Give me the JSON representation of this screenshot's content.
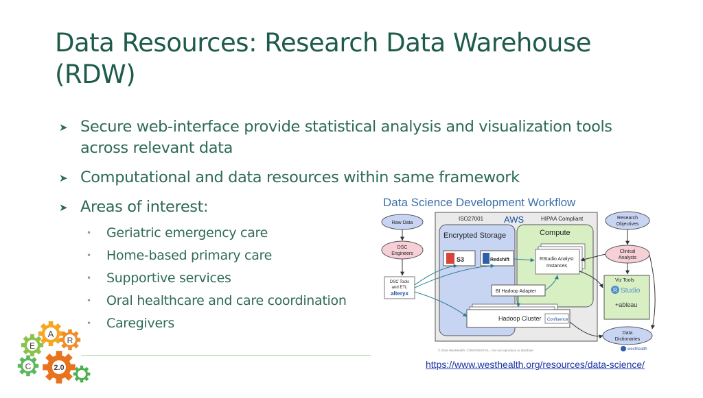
{
  "title": "Data Resources: Research Data Warehouse (RDW)",
  "bullets": [
    {
      "text": "Secure web-interface provide statistical analysis and visualization tools across relevant data"
    },
    {
      "text": "Computational and data resources within same framework"
    },
    {
      "text": "Areas of interest:"
    }
  ],
  "areas": [
    "Geriatric emergency care",
    "Home-based primary care",
    "Supportive services",
    "Oral healthcare and care coordination",
    "Caregivers"
  ],
  "logo": {
    "letters": [
      "C",
      "E",
      "A",
      "R"
    ],
    "version": "2.0"
  },
  "diagram": {
    "title": "Data Science Development Workflow",
    "iso": "ISO27001",
    "aws": "AWS",
    "hipaa": "HIPAA Compliant",
    "encrypted_storage": "Encrypted Storage",
    "compute": "Compute",
    "raw_data": "Raw Data",
    "dsc_engineers": "DSC\nEngineers",
    "dsc_tools": "DSC Tools\nand ETL",
    "alteryx": "alteryx",
    "s3": "S3",
    "redshift": "Redshift",
    "rstudio_instances": "RStudio Analyst\nInstances",
    "bi_adapter": "BI Hadoop Adapter",
    "hadoop_cluster": "Hadoop Cluster",
    "confluence": "Confluence",
    "research_objectives": "Research\nObjectives",
    "clinical_analysts": "Clinical\nAnalysts",
    "viz_tools": "Viz Tools",
    "rstudio": "Studio",
    "tableau": "+ableau",
    "data_dictionaries": "Data\nDictionaries",
    "copyright": "© 2016 WestHealth. CONFIDENTIAL – Do not reproduce or distribute",
    "westhealth": "westhealth"
  },
  "link": "https://www.westhealth.org/resources/data-science/",
  "colors": {
    "title": "#1e5b4b",
    "text": "#2e6a58",
    "link": "#1a34a8",
    "divider": "#a9c99a"
  }
}
